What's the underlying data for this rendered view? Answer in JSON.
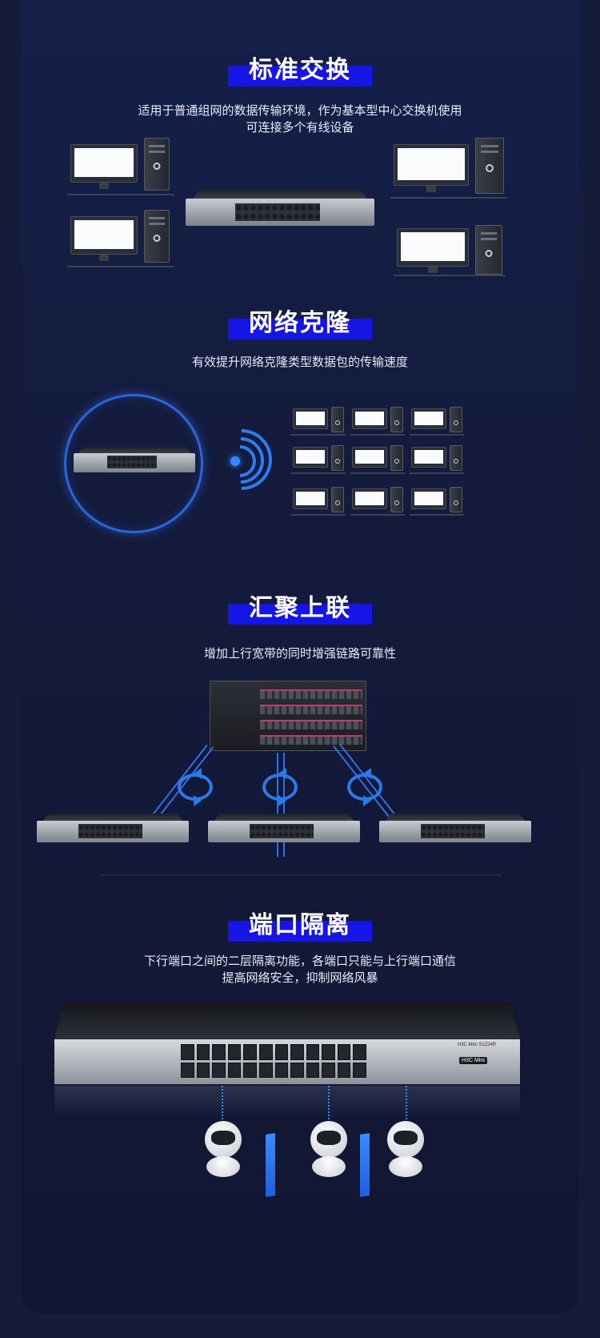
{
  "sections": [
    {
      "id": "standard",
      "title": "标准交换",
      "desc_lines": [
        "适用于普通组网的数据传输环境，作为基本型中心交换机使用",
        "可连接多个有线设备"
      ]
    },
    {
      "id": "clone",
      "title": "网络克隆",
      "desc_lines": [
        "有效提升网络克隆类型数据包的传输速度"
      ]
    },
    {
      "id": "uplink",
      "title": "汇聚上联",
      "desc_lines": [
        "增加上行宽带的同时增强链路可靠性"
      ]
    },
    {
      "id": "isolation",
      "title": "端口隔离",
      "desc_lines": [
        "下行端口之间的二层隔离功能，各端口只能与上行端口通信",
        "提高网络安全，抑制网络风暴"
      ]
    }
  ],
  "switch_brand": "H3C Mini",
  "switch_model": "H3C Mini S1224R",
  "colors": {
    "background": "#141c3a",
    "title_bar": "#1515e6",
    "accent_blue": "#2f7cf2"
  }
}
